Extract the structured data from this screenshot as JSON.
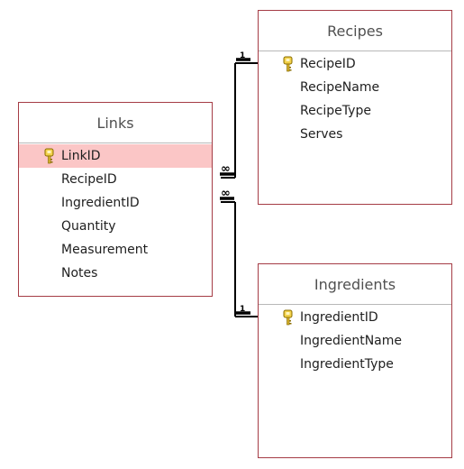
{
  "tables": {
    "links": {
      "title": "Links",
      "fields": [
        "LinkID",
        "RecipeID",
        "IngredientID",
        "Quantity",
        "Measurement",
        "Notes"
      ],
      "primary_key": "LinkID",
      "selected_field": "LinkID"
    },
    "recipes": {
      "title": "Recipes",
      "fields": [
        "RecipeID",
        "RecipeName",
        "RecipeType",
        "Serves"
      ],
      "primary_key": "RecipeID"
    },
    "ingredients": {
      "title": "Ingredients",
      "fields": [
        "IngredientID",
        "IngredientName",
        "IngredientType"
      ],
      "primary_key": "IngredientID"
    }
  },
  "relationships": [
    {
      "from_table": "Recipes",
      "from_field": "RecipeID",
      "from_label": "1",
      "to_table": "Links",
      "to_field": "RecipeID",
      "to_label": "∞"
    },
    {
      "from_table": "Ingredients",
      "from_field": "IngredientID",
      "from_label": "1",
      "to_table": "Links",
      "to_field": "IngredientID",
      "to_label": "∞"
    }
  ],
  "icons": {
    "primary_key": "key-icon"
  },
  "colors": {
    "table_border": "#a53c45",
    "selected_row": "#fbc6c6",
    "relationship_line": "#000000"
  }
}
